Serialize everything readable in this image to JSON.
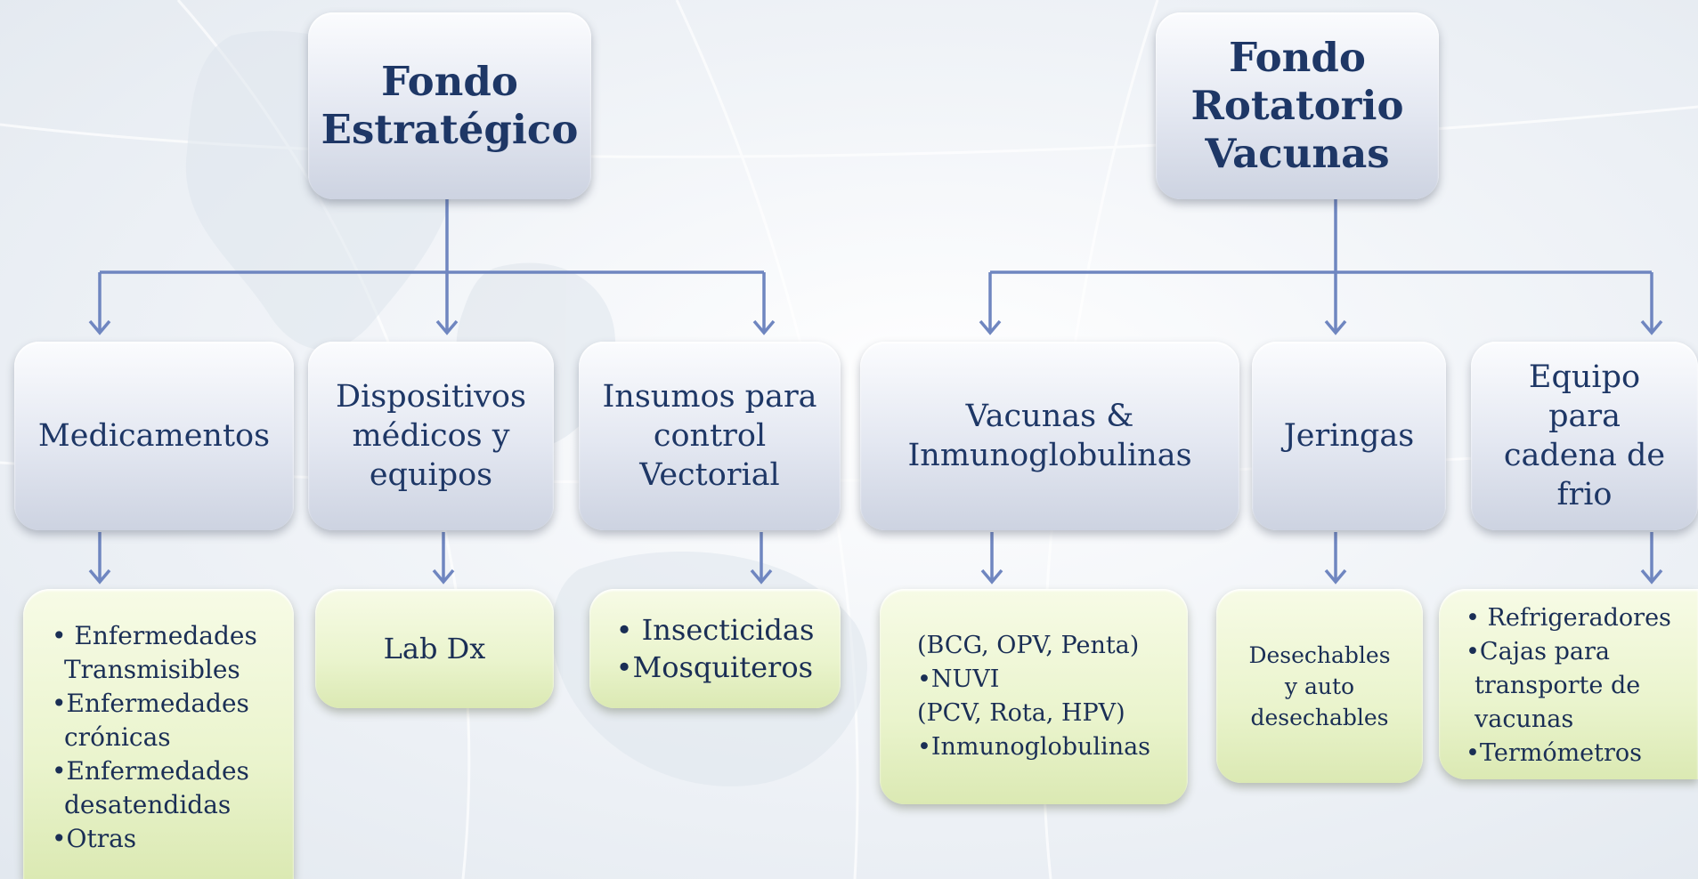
{
  "fondo_estrategico": {
    "title_lines": [
      "Fondo",
      "Estratégico"
    ],
    "categories": {
      "medicamentos": {
        "label_lines": [
          "Medicamentos"
        ],
        "items": [
          "• Enfermedades",
          "Transmisibles",
          "•Enfermedades",
          "crónicas",
          "•Enfermedades",
          "desatendidas",
          "•Otras"
        ]
      },
      "dispositivos": {
        "label_lines": [
          "Dispositivos",
          "médicos  y",
          "equipos"
        ],
        "items": [
          "Lab Dx"
        ]
      },
      "insumos": {
        "label_lines": [
          "Insumos para",
          "control",
          "Vectorial"
        ],
        "items": [
          "• Insecticidas",
          "•Mosquiteros"
        ]
      }
    }
  },
  "fondo_rotatorio": {
    "title_lines": [
      "Fondo",
      "Rotatorio",
      "Vacunas"
    ],
    "categories": {
      "vacunas": {
        "label_lines": [
          "Vacunas &",
          "Inmunoglobulinas"
        ],
        "items": [
          "(BCG, OPV, Penta)",
          "•NUVI",
          "(PCV, Rota, HPV)",
          "•Inmunoglobulinas"
        ]
      },
      "jeringas": {
        "label_lines": [
          "Jeringas"
        ],
        "items": [
          "Desechables",
          "y auto",
          "desechables"
        ]
      },
      "equipo": {
        "label_lines": [
          "Equipo",
          "para",
          "cadena de",
          "frio"
        ],
        "items": [
          "• Refrigeradores",
          "•Cajas para",
          "transporte de",
          "vacunas",
          "•Termómetros"
        ]
      }
    }
  },
  "colors": {
    "connector": "#6f86c0",
    "title_text": "#1e3766",
    "leaf_fill": "#eaf4cd",
    "node_fill": "#e3e7f1"
  }
}
